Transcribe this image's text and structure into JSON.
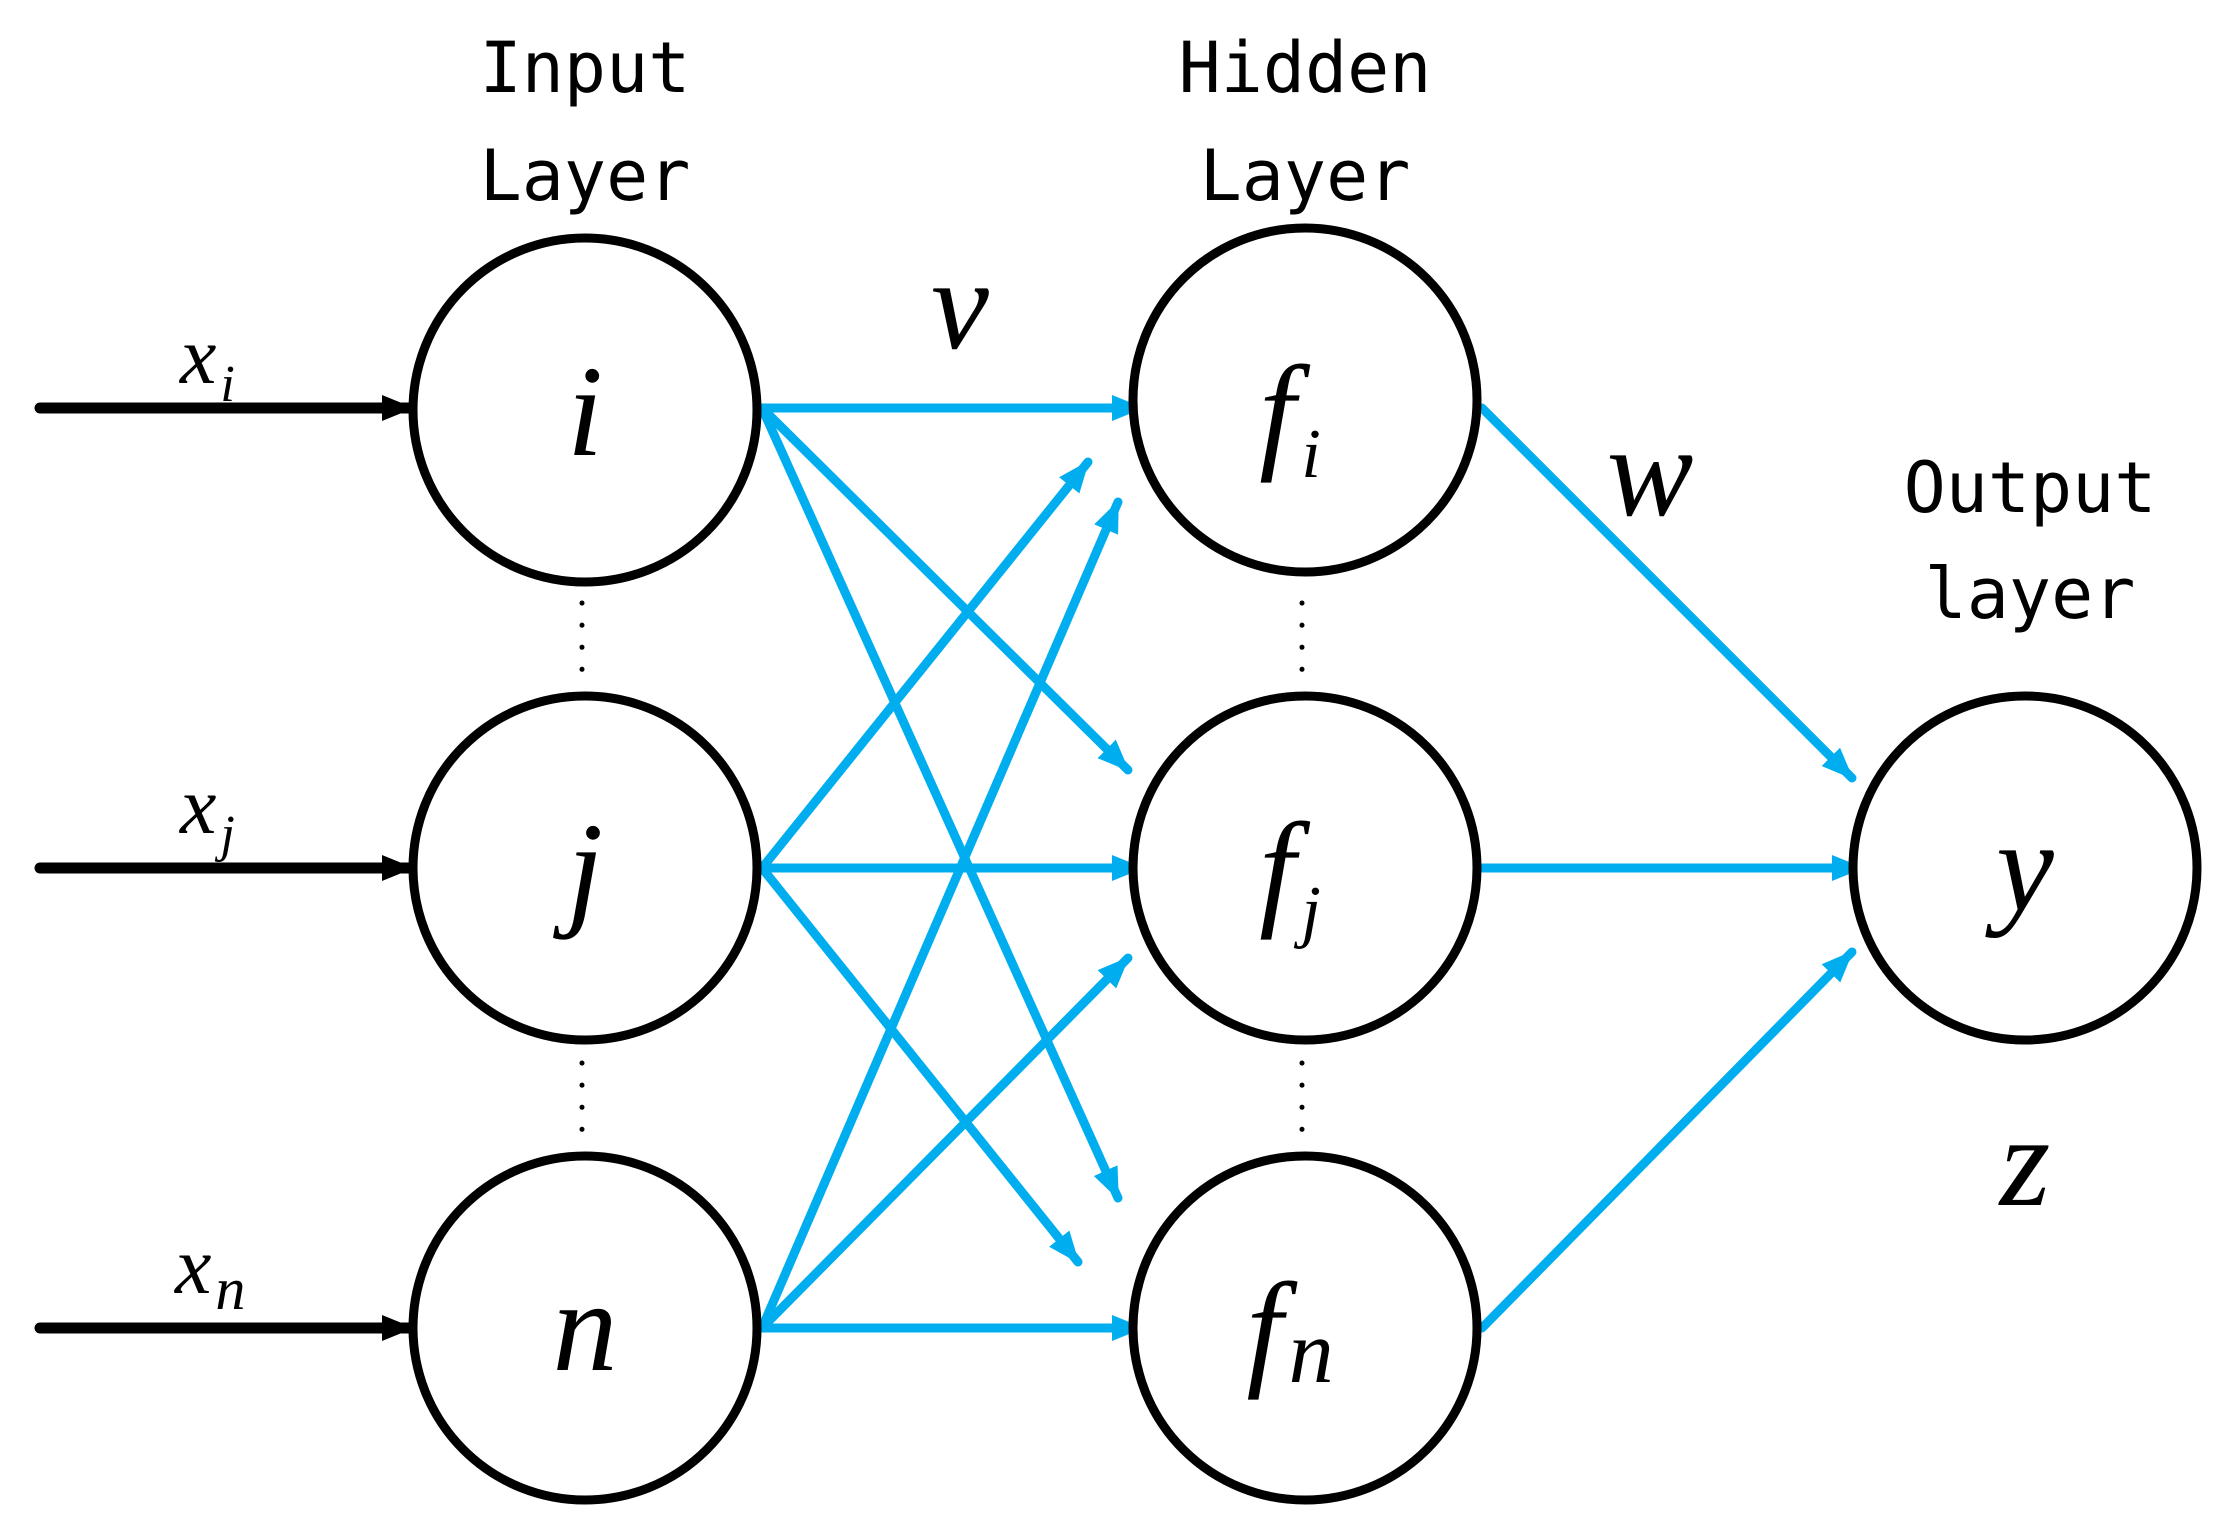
{
  "titles": {
    "input": [
      "Input",
      "Layer"
    ],
    "hidden": [
      "Hidden",
      "Layer"
    ],
    "output": [
      "Output",
      "layer"
    ]
  },
  "inputs": [
    {
      "base": "x",
      "sub": "i"
    },
    {
      "base": "x",
      "sub": "j"
    },
    {
      "base": "x",
      "sub": "n"
    }
  ],
  "input_nodes": [
    "i",
    "j",
    "n"
  ],
  "hidden_nodes": [
    {
      "base": "f",
      "sub": "i"
    },
    {
      "base": "f",
      "sub": "j"
    },
    {
      "base": "f",
      "sub": "n"
    }
  ],
  "output_node": "y",
  "weights": {
    "v": "v",
    "w": "w",
    "z": "z"
  },
  "colors": {
    "node_stroke": "#000000",
    "connection": "#00aeef",
    "input_arrow": "#000000"
  }
}
